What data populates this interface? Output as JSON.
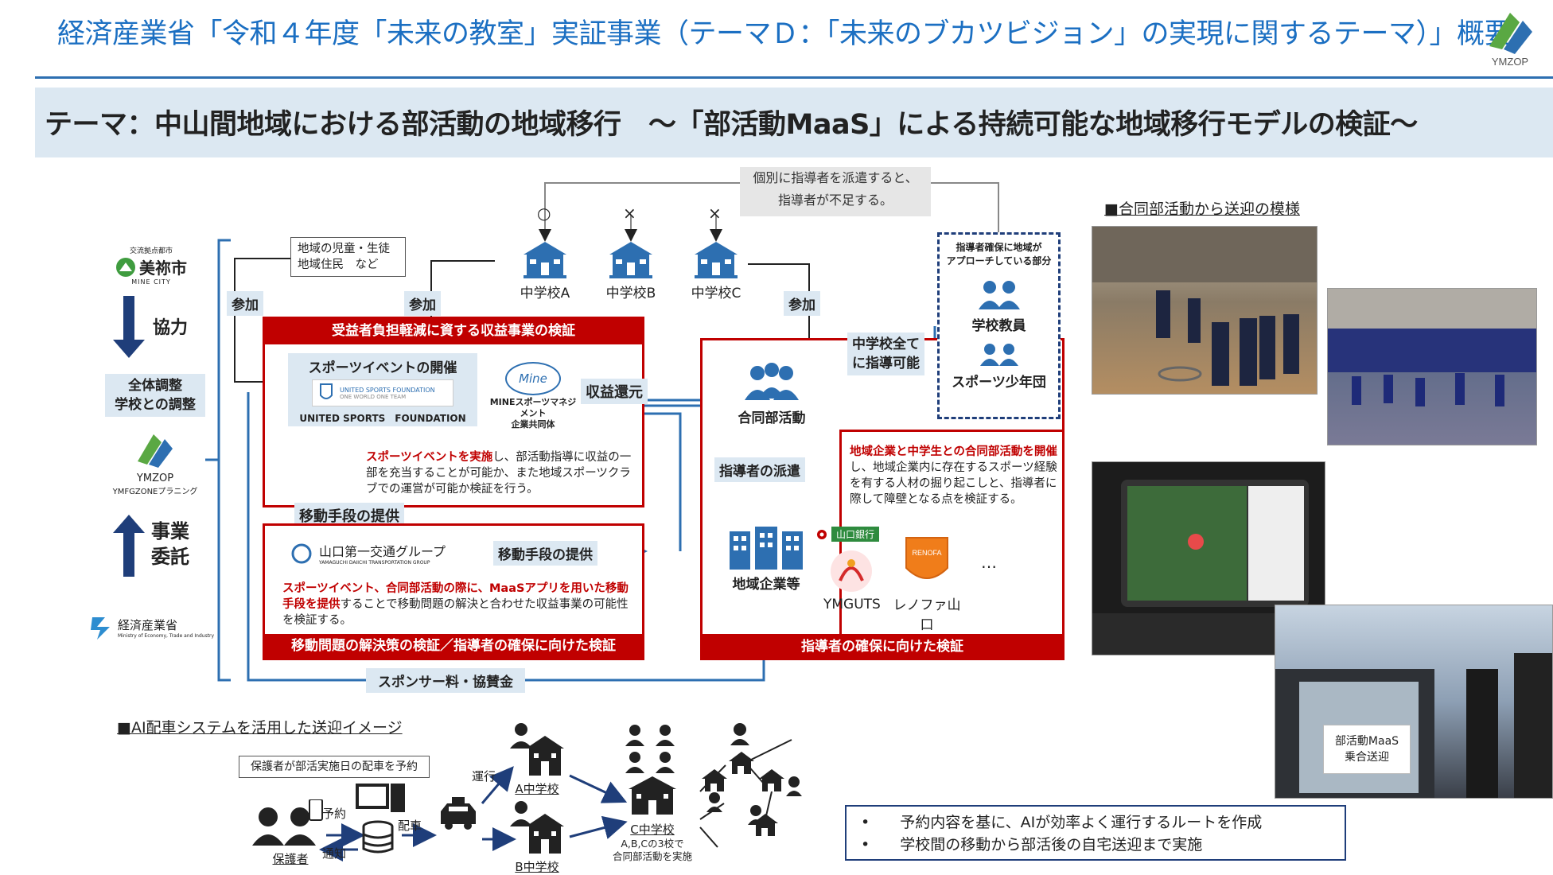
{
  "header": {
    "title": "経済産業省「令和４年度「未来の教室」実証事業（テーマＤ：「未来のブカツビジョン」の実現に関するテーマ）」概要",
    "logo_text": "YMZOP"
  },
  "theme": {
    "title": "テーマ：中山間地域における部活動の地域移行　～「部活動MaaS」による持続可能な地域移行モデルの検証～"
  },
  "left_column": {
    "mine_city": "美祢市",
    "mine_city_sub": "MINE CITY",
    "mine_city_top": "交流拠点都市",
    "cooperation": "協力",
    "overall": "全体調整\n学校との調整",
    "ymzop": "YMZOP",
    "ymzop_sub": "YMFGZONEプラニング",
    "commission": "事業\n委託",
    "meti": "経済産業省",
    "meti_sub": "Ministry of Economy, Trade and Industry"
  },
  "diagram": {
    "shortage_note": "個別に指導者を派遣すると、\n指導者が不足する。",
    "marks": [
      "○",
      "×",
      "×"
    ],
    "schools": [
      "中学校A",
      "中学校B",
      "中学校C"
    ],
    "residents": "地域の児童・生徒\n地域住民　など",
    "join": "参加",
    "join2": "参加",
    "join3": "参加",
    "profit_header": "受益者負担軽減に資する収益事業の検証",
    "sports_event": "スポーツイベントの開催",
    "usf_name": "UNITED SPORTS　FOUNDATION",
    "usf_logo_line1": "UNITED SPORTS FOUNDATION",
    "usf_logo_line2": "ONE WORLD ONE TEAM",
    "mine_sports": "MINEスポーツマネジメント\n企業共同体",
    "mine_logo": "Mine",
    "profit_return": "収益還元",
    "profit_desc_red": "スポーツイベントを実施",
    "profit_desc": "し、部活動指導に収益の一部を充当することが可能か、また地域スポーツクラブでの運営が可能か検証を行う。",
    "transport_provide": "移動手段の提供",
    "transport_provide2": "移動手段の提供",
    "yamaguchi": "山口第一交通グループ",
    "yamaguchi_sub": "YAMAGUCHI DAIICHI TRANSPORTATION GROUP",
    "transport_desc_red": "スポーツイベント、合同部活動の際に、MaaSアプリを用いた移動手段を提供",
    "transport_desc": "することで移動問題の解決と合わせた収益事業の可能性を検証する。",
    "transport_footer": "移動問題の解決策の検証／指導者の確保に向けた検証",
    "joint_club": "合同部活動",
    "dispatch": "指導者の派遣",
    "coach_all": "中学校全て\nに指導可能",
    "local_companies": "地域企業等",
    "bank": "山口銀行",
    "ymguts": "YMGUTS",
    "renofa": "レノファ山口",
    "renofa_logo": "RENOFA",
    "ellipsis": "…",
    "joint_desc_red": "地域企業と中学生との合同部活動を開催",
    "joint_desc": "し、地域企業内に存在するスポーツ経験を有する人材の掘り起こしと、指導者に際して障壁となる点を検証する。",
    "coach_footer": "指導者の確保に向けた検証",
    "approach_title": "指導者確保に地域が\nアプローチしている部分",
    "teachers": "学校教員",
    "youth_team": "スポーツ少年団",
    "sponsor": "スポンサー料・協賛金"
  },
  "ai": {
    "title": "■AI配車システムを活用した送迎イメージ",
    "reserve_note": "保護者が部活実施日の配車を予約",
    "reserve": "予約",
    "notify": "通知",
    "dispatch": "配車",
    "operate": "運行",
    "guardian": "保護者",
    "school_a": "A中学校",
    "school_b": "B中学校",
    "school_c": "C中学校",
    "school_c_note": "A,B,Cの3校で\n合同部活動を実施"
  },
  "photos": {
    "title": "■合同部活動から送迎の模様",
    "sign": "部活動MaaS\n乗合送迎"
  },
  "bullets": [
    "予約内容を基に、AIが効率よく運行するルートを作成",
    "学校間の移動から部活後の自宅送迎まで実施"
  ],
  "colors": {
    "accent_blue": "#1b6fc2",
    "red": "#c00000",
    "navy": "#1f3e7a",
    "light_blue": "#dce8f2"
  }
}
